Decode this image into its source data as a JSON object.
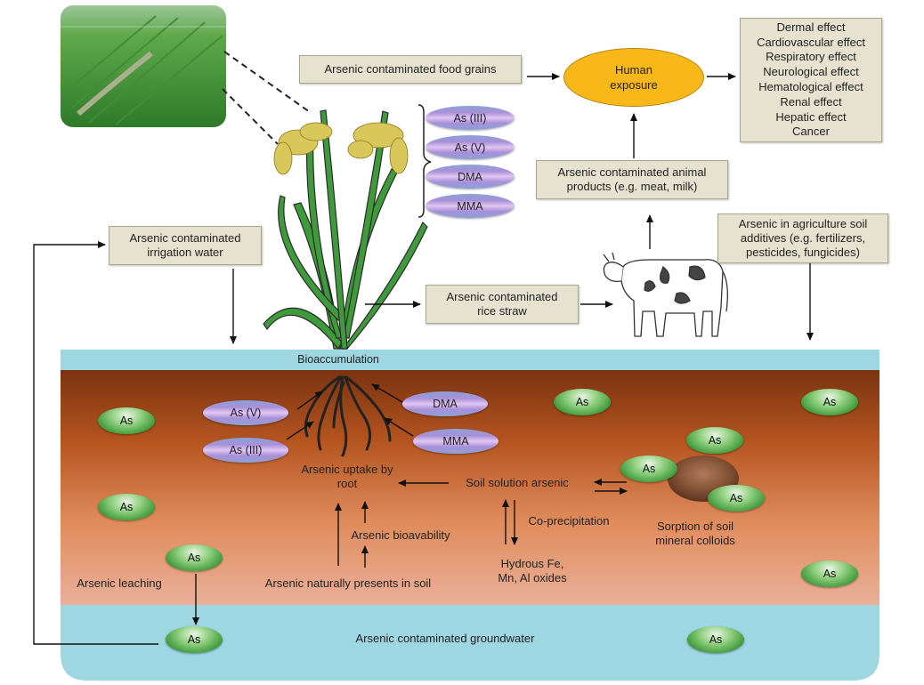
{
  "food_grains": "Arsenic contaminated food grains",
  "human_exposure": [
    "Human",
    "exposure"
  ],
  "effects": [
    "Dermal effect",
    "Cardiovascular effect",
    "Respiratory effect",
    "Neurological effect",
    "Hematological effect",
    "Renal effect",
    "Hepatic effect",
    "Cancer"
  ],
  "plant_species": [
    "As (III)",
    "As (V)",
    "DMA",
    "MMA"
  ],
  "animal_products": [
    "Arsenic contaminated animal",
    "products (e.g. meat, milk)"
  ],
  "irrigation": [
    "Arsenic contaminated",
    "irrigation water"
  ],
  "agri_soil": [
    "Arsenic in agriculture soil",
    "additives (e.g. fertilizers,",
    "pesticides, fungicides)"
  ],
  "rice_straw": [
    "Arsenic contaminated",
    "rice straw"
  ],
  "bioaccumulation": "Bioaccumulation",
  "root_species": {
    "as_v": "As (V)",
    "as_iii": "As (III)",
    "dma": "DMA",
    "mma": "MMA"
  },
  "uptake": [
    "Arsenic uptake by",
    "root"
  ],
  "soil_solution": "Soil solution arsenic",
  "bioavailability": "Arsenic bioavability",
  "naturally": "Arsenic naturally presents in soil",
  "coprecip": "Co-precipitation",
  "hydrous": [
    "Hydrous Fe,",
    "Mn, Al oxides"
  ],
  "sorption": [
    "Sorption of soil",
    "mineral colloids"
  ],
  "leaching": "Arsenic leaching",
  "groundwater": "Arsenic contaminated groundwater",
  "as_label": "As",
  "colors": {
    "soil_top": "#7a3310",
    "soil_bottom": "#e9a98e",
    "water": "#9ed6e2",
    "ellipse": "#f9b81a",
    "box": "#e6e2cf"
  }
}
